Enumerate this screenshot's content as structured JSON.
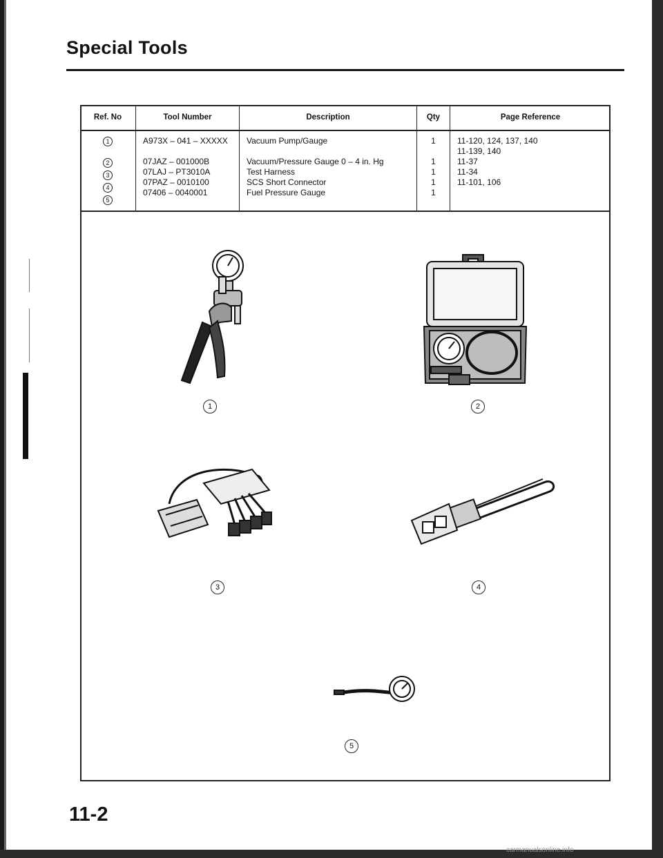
{
  "page": {
    "title": "Special Tools",
    "page_number": "11-2",
    "watermark": "carmanualsonline.info"
  },
  "table": {
    "headers": [
      "Ref. No",
      "Tool Number",
      "Description",
      "Qty",
      "Page Reference"
    ],
    "rows": [
      {
        "ref": "1",
        "tool_number": "A973X – 041 – XXXXX",
        "description": "Vacuum Pump/Gauge",
        "qty": "1",
        "page_ref": "11-120, 124, 137, 140"
      },
      {
        "ref": "2",
        "tool_number": "07JAZ – 001000B",
        "description": "Vacuum/Pressure Gauge 0 – 4 in. Hg",
        "qty": "1",
        "page_ref": "11-139, 140"
      },
      {
        "ref": "3",
        "tool_number": "07LAJ – PT3010A",
        "description": "Test Harness",
        "qty": "1",
        "page_ref": "11-37"
      },
      {
        "ref": "4",
        "tool_number": "07PAZ – 0010100",
        "description": "SCS Short Connector",
        "qty": "1",
        "page_ref": "11-34"
      },
      {
        "ref": "5",
        "tool_number": "07406 – 0040001",
        "description": "Fuel Pressure Gauge",
        "qty": "1",
        "page_ref": "11-101, 106"
      }
    ]
  },
  "illustrations": {
    "labels": [
      "1",
      "2",
      "3",
      "4",
      "5"
    ]
  }
}
